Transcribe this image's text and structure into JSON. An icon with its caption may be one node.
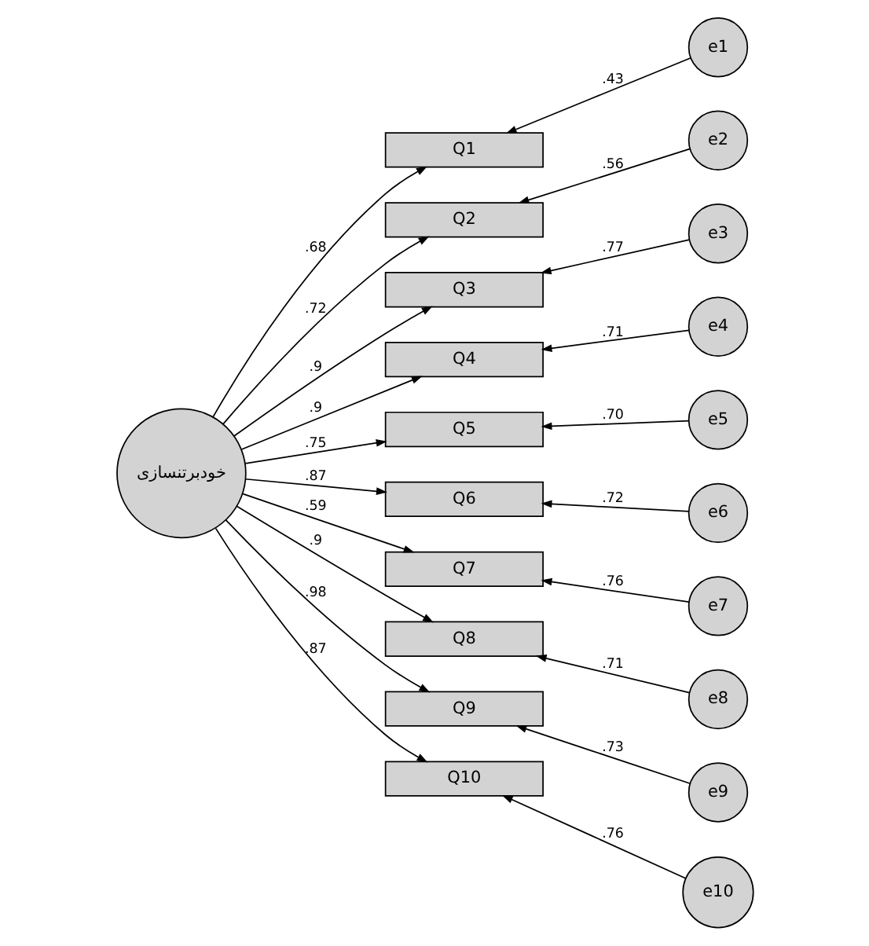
{
  "diagram": {
    "nodes": [
      {
        "text": [
          "خودبرتنسازی"
        ]
      },
      {
        "text": [
          "Q1"
        ]
      },
      {
        "text": [
          "Q2"
        ]
      },
      {
        "text": [
          "Q3"
        ]
      },
      {
        "text": [
          "Q4"
        ]
      },
      {
        "text": [
          "Q5"
        ]
      },
      {
        "text": [
          "Q6"
        ]
      },
      {
        "text": [
          "Q7"
        ]
      },
      {
        "text": [
          "Q8"
        ]
      },
      {
        "text": [
          "Q9"
        ]
      },
      {
        "text": [
          "Q10"
        ]
      },
      {
        "text": [
          "e1"
        ]
      },
      {
        "text": [
          "e2"
        ]
      },
      {
        "text": [
          "e3"
        ]
      },
      {
        "text": [
          "e4"
        ]
      },
      {
        "text": [
          "e5"
        ]
      },
      {
        "text": [
          "e6"
        ]
      },
      {
        "text": [
          "e7"
        ]
      },
      {
        "text": [
          "e8"
        ]
      },
      {
        "text": [
          "e9"
        ]
      },
      {
        "text": [
          "e10"
        ]
      }
    ],
    "edges": [
      {
        "from": 0,
        "to": 1,
        "arrow": "to",
        "label": ".68"
      },
      {
        "from": 0,
        "to": 2,
        "arrow": "to",
        "label": ".72"
      },
      {
        "from": 0,
        "to": 3,
        "arrow": "to",
        "label": ".9"
      },
      {
        "from": 0,
        "to": 4,
        "arrow": "to",
        "label": ".9"
      },
      {
        "from": 0,
        "to": 5,
        "arrow": "to",
        "label": ".75"
      },
      {
        "from": 0,
        "to": 6,
        "arrow": "to",
        "label": ".87"
      },
      {
        "from": 0,
        "to": 7,
        "arrow": "to",
        "label": ".59"
      },
      {
        "from": 0,
        "to": 8,
        "arrow": "to",
        "label": ".9"
      },
      {
        "from": 0,
        "to": 9,
        "arrow": "to",
        "label": ".98"
      },
      {
        "from": 0,
        "to": 10,
        "arrow": "to",
        "label": ".87"
      },
      {
        "from": 11,
        "to": 1,
        "arrow": "to",
        "label": ".43"
      },
      {
        "from": 12,
        "to": 2,
        "arrow": "to",
        "label": ".56"
      },
      {
        "from": 13,
        "to": 3,
        "arrow": "to",
        "label": ".77"
      },
      {
        "from": 14,
        "to": 4,
        "arrow": "to",
        "label": ".71"
      },
      {
        "from": 15,
        "to": 5,
        "arrow": "to",
        "label": ".70"
      },
      {
        "from": 16,
        "to": 6,
        "arrow": "to",
        "label": ".72"
      },
      {
        "from": 17,
        "to": 7,
        "arrow": "to",
        "label": ".76"
      },
      {
        "from": 18,
        "to": 8,
        "arrow": "to",
        "label": ".71"
      },
      {
        "from": 19,
        "to": 9,
        "arrow": "to",
        "label": ".73"
      },
      {
        "from": 20,
        "to": 10,
        "arrow": "to",
        "label": ".76"
      }
    ]
  }
}
